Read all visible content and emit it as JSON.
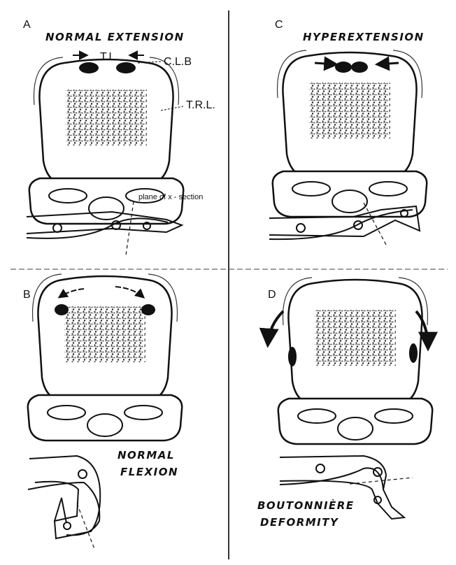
{
  "panels": {
    "A": {
      "letter": "A",
      "title": "NORMAL EXTENSION",
      "tl": "T.L.",
      "clb": "C.L.B",
      "trl": "T.R.L.",
      "plane": "plane of x - section"
    },
    "B": {
      "letter": "B",
      "caption_line1": "NORMAL",
      "caption_line2": "FLEXION"
    },
    "C": {
      "letter": "C",
      "title": "HYPEREXTENSION"
    },
    "D": {
      "letter": "D",
      "caption_line1": "BOUTONNIÈRE",
      "caption_line2": "DEFORMITY"
    }
  }
}
